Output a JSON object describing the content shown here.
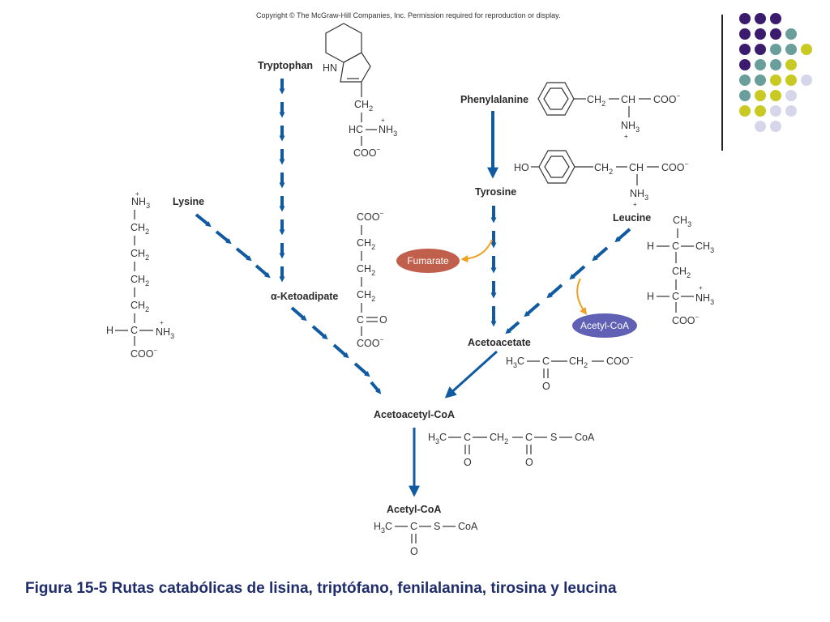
{
  "header": {
    "copyright": "Copyright © The McGraw-Hill Companies, Inc. Permission required for reproduction or display."
  },
  "compounds": {
    "tryptophan": "Tryptophan",
    "phenylalanine": "Phenylalanine",
    "tyrosine": "Tyrosine",
    "lysine": "Lysine",
    "leucine": "Leucine",
    "ketoadipate": "α-Ketoadipate",
    "acetoacetate": "Acetoacetate",
    "acetoacetyl_coa": "Acetoacetyl-CoA",
    "acetyl_coa": "Acetyl-CoA"
  },
  "side_products": {
    "fumarate": "Fumarate",
    "acetyl_coa": "Acetyl-CoA"
  },
  "caption": "Figura 15-5 Rutas catabólicas de lisina, triptófano, fenilalanina, tirosina y leucina",
  "colors": {
    "arrow": "#0f5aa0",
    "side_arrow": "#f0a020",
    "fumarate_pill": "#c0604c",
    "acetylcoa_pill": "#6060b4",
    "caption": "#1f2d6b",
    "dot_purple": "#3b1b6e",
    "dot_teal": "#6a9e9a",
    "dot_yellow": "#c9c924",
    "dot_lavender": "#d6d6ea"
  },
  "decoration": {
    "dot_rows": [
      [
        "purple",
        "purple",
        "purple"
      ],
      [
        "purple",
        "purple",
        "purple",
        "teal"
      ],
      [
        "purple",
        "purple",
        "teal",
        "teal",
        "yellow"
      ],
      [
        "purple",
        "teal",
        "teal",
        "yellow"
      ],
      [
        "teal",
        "teal",
        "yellow",
        "yellow",
        "lavender"
      ],
      [
        "teal",
        "yellow",
        "yellow",
        "lavender"
      ],
      [
        "yellow",
        "yellow",
        "lavender",
        "lavender"
      ],
      [
        "lavender",
        "lavender"
      ]
    ]
  }
}
